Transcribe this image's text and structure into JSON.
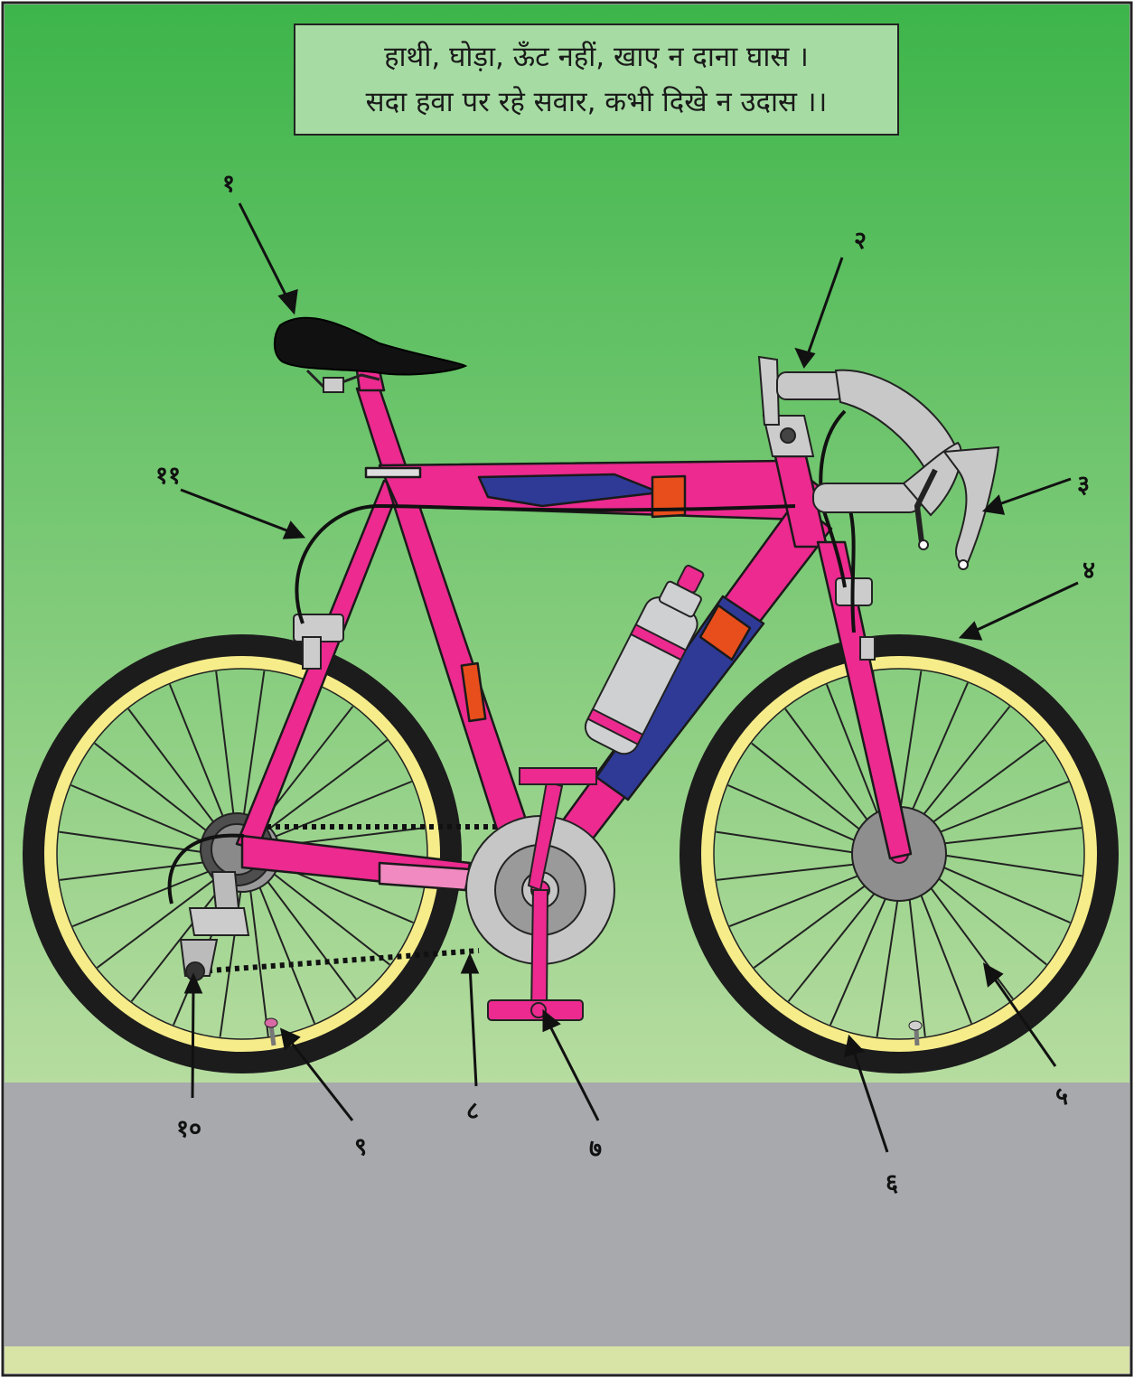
{
  "riddle": {
    "line1": "हाथी, घोड़ा, ऊँट नहीं, खाए न दाना घास ।",
    "line2": "सदा हवा पर रहे सवार, कभी दिखे न उदास ।।"
  },
  "labels": {
    "l1": "१",
    "l2": "२",
    "l3": "३",
    "l4": "४",
    "l5": "५",
    "l6": "६",
    "l7": "७",
    "l8": "८",
    "l9": "९",
    "l10": "१०",
    "l11": "११"
  },
  "colors": {
    "sky_top": "#3db54a",
    "sky_bottom": "#b6dca0",
    "road": "#a7a9ac",
    "ground_strip": "#d8e3a6",
    "frame": "#ec2a8f",
    "frame_accent": "#2e3a96",
    "tyre": "#1c1c1c",
    "rim": "#f6ec8a"
  }
}
